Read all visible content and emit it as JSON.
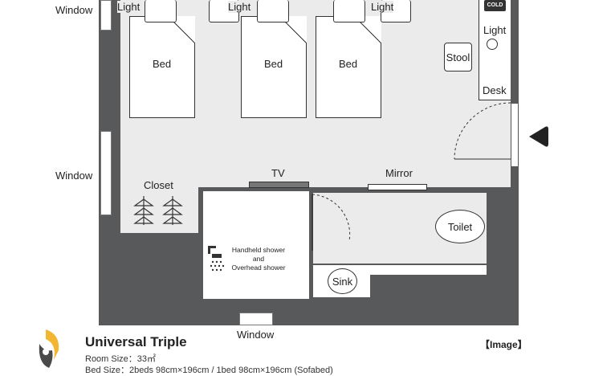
{
  "labels": {
    "window_top": "Window",
    "window_mid": "Window",
    "window_bottom": "Window",
    "light_1": "Light",
    "light_2": "Light",
    "light_3": "Light",
    "light_4": "Light",
    "bed_1": "Bed",
    "bed_2": "Bed",
    "bed_3": "Bed",
    "stool": "Stool",
    "desk": "Desk",
    "hot_cold": "COLD",
    "closet": "Closet",
    "tv": "TV",
    "mirror": "Mirror",
    "toilet": "Toilet",
    "sink": "Sink",
    "shower_line1": "Handheld shower",
    "shower_line2": "and",
    "shower_line3": "Overhead shower"
  },
  "footer": {
    "room_name": "Universal Triple",
    "room_size": "Room Size：33㎡",
    "bed_size": "Bed Size：2beds 98cm×196cm / 1bed 98cm×196cm (Sofabed)",
    "image_tag": "【Image】"
  },
  "colors": {
    "wall": "#58595b",
    "floor": "#ebebeb",
    "logo_yellow": "#f2b632",
    "logo_dark": "#4a4a4a"
  },
  "icons": [
    "shower-icon",
    "coat-hanger-icon",
    "entrance-arrow-icon",
    "logo-icon"
  ]
}
